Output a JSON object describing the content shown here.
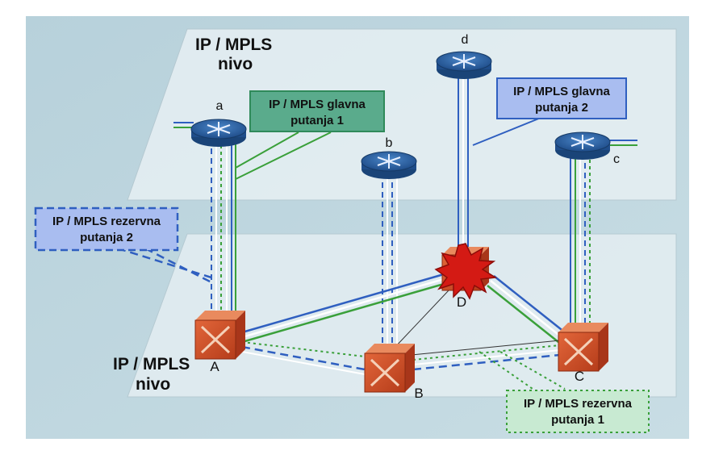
{
  "layers": {
    "top_title_line1": "IP / MPLS",
    "top_title_line2": "nivo",
    "bottom_title_line1": "IP / MPLS",
    "bottom_title_line2": "nivo"
  },
  "routers": [
    {
      "id": "a",
      "label": "a"
    },
    {
      "id": "b",
      "label": "b"
    },
    {
      "id": "c",
      "label": "c"
    },
    {
      "id": "d",
      "label": "d"
    }
  ],
  "switches": [
    {
      "id": "A",
      "label": "A"
    },
    {
      "id": "B",
      "label": "B"
    },
    {
      "id": "C",
      "label": "C"
    },
    {
      "id": "D",
      "label": "D",
      "state": "failed"
    }
  ],
  "callouts": {
    "main1": {
      "line1": "IP / MPLS glavna",
      "line2": "putanja 1"
    },
    "main2": {
      "line1": "IP / MPLS glavna",
      "line2": "putanja 2"
    },
    "backup1": {
      "line1": "IP / MPLS rezervna",
      "line2": "putanja 1"
    },
    "backup2": {
      "line1": "IP / MPLS rezervna",
      "line2": "putanja 2"
    }
  },
  "colors": {
    "path_blue": "#2f5fc0",
    "path_green": "#3aa03a",
    "switch_red": "#d8502a",
    "router_blue": "#2a5a9a",
    "failed_red": "#d41a14"
  }
}
